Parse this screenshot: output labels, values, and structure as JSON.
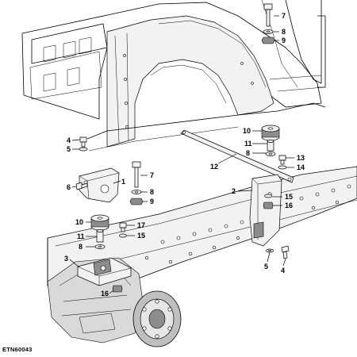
{
  "reference_code": "ETN60043",
  "callouts": {
    "c1": "1",
    "c2": "2",
    "c3": "3",
    "c4a": "4",
    "c4b": "4",
    "c5a": "5",
    "c5b": "5",
    "c6": "6",
    "c7a": "7",
    "c7b": "7",
    "c8a": "8",
    "c8b": "8",
    "c8c": "8",
    "c8d": "8",
    "c9a": "9",
    "c9b": "9",
    "c10a": "10",
    "c10b": "10",
    "c11a": "11",
    "c11b": "11",
    "c12": "12",
    "c13": "13",
    "c14": "14",
    "c15a": "15",
    "c15b": "15",
    "c16a": "16",
    "c16b": "16",
    "c17": "17"
  }
}
